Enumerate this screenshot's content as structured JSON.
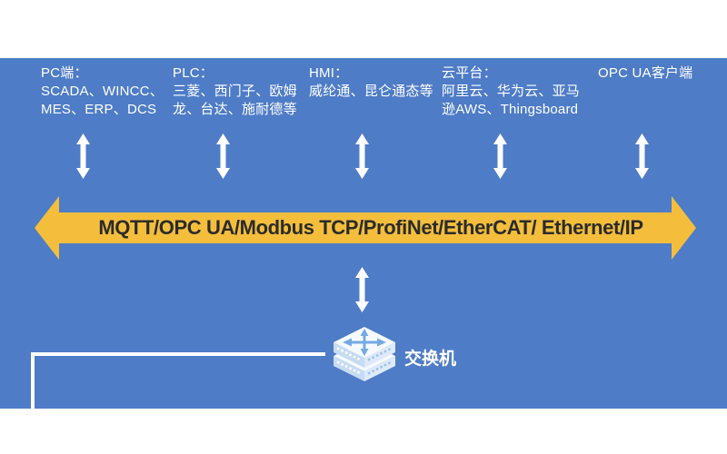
{
  "colors": {
    "background": "#ffffff",
    "panel_blue": "#4e7cc7",
    "bus_yellow": "#f4be3c",
    "bus_text": "#2b2b2b",
    "arrow_white": "#ffffff",
    "switch_face_light": "#f6fafe",
    "switch_face_side": "#c6dcf3"
  },
  "nodes": [
    {
      "title": "PC端：",
      "lines": [
        "SCADA、WINCC、",
        "MES、ERP、DCS"
      ]
    },
    {
      "title": "PLC：",
      "lines": [
        "三菱、西门子、欧姆",
        "龙、台达、施耐德等"
      ]
    },
    {
      "title": "HMI：",
      "lines": [
        "威纶通、昆仑通态等"
      ]
    },
    {
      "title": "云平台：",
      "lines": [
        "阿里云、华为云、亚马",
        "逊AWS、Thingsboard"
      ]
    },
    {
      "title": "OPC UA客户端",
      "lines": []
    }
  ],
  "bus": {
    "label": "MQTT/OPC UA/Modbus TCP/ProfiNet/EtherCAT/ Ethernet/IP"
  },
  "switch": {
    "label": "交换机"
  }
}
